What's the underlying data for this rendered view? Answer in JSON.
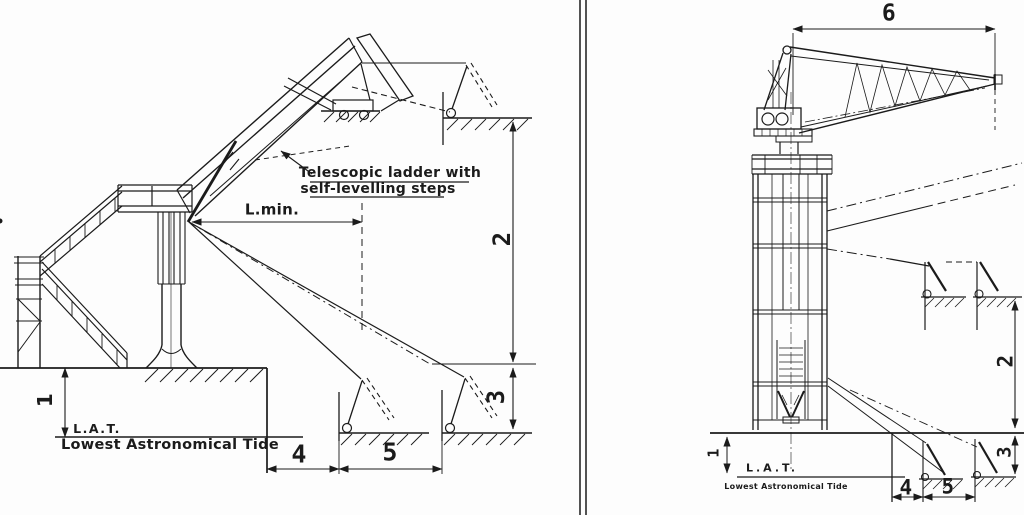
{
  "drawing": {
    "annotation": {
      "line1": "Telescopic ladder with",
      "line2": "self-levelling steps"
    },
    "side_view": {
      "lmin_label": "L.min.",
      "lat_abbr": "L.A.T.",
      "lat_name": "Lowest Astronomical Tide",
      "dim_tide_range": "1",
      "dim_upper_height": "2",
      "dim_lower_height": "3",
      "dim_quay_offset": "4",
      "dim_boat_spacing": "5"
    },
    "front_view": {
      "lat_abbr": "L.A.T.",
      "lat_name": "Lowest Astronomical Tide",
      "dim_reach": "6",
      "dim_tide_range": "1",
      "dim_upper_height": "2",
      "dim_lower_height": "3",
      "dim_quay_offset": "4",
      "dim_boat_spacing": "5"
    },
    "colors": {
      "ink": "#1b1b1b",
      "paper": "#fdfdfd"
    }
  }
}
